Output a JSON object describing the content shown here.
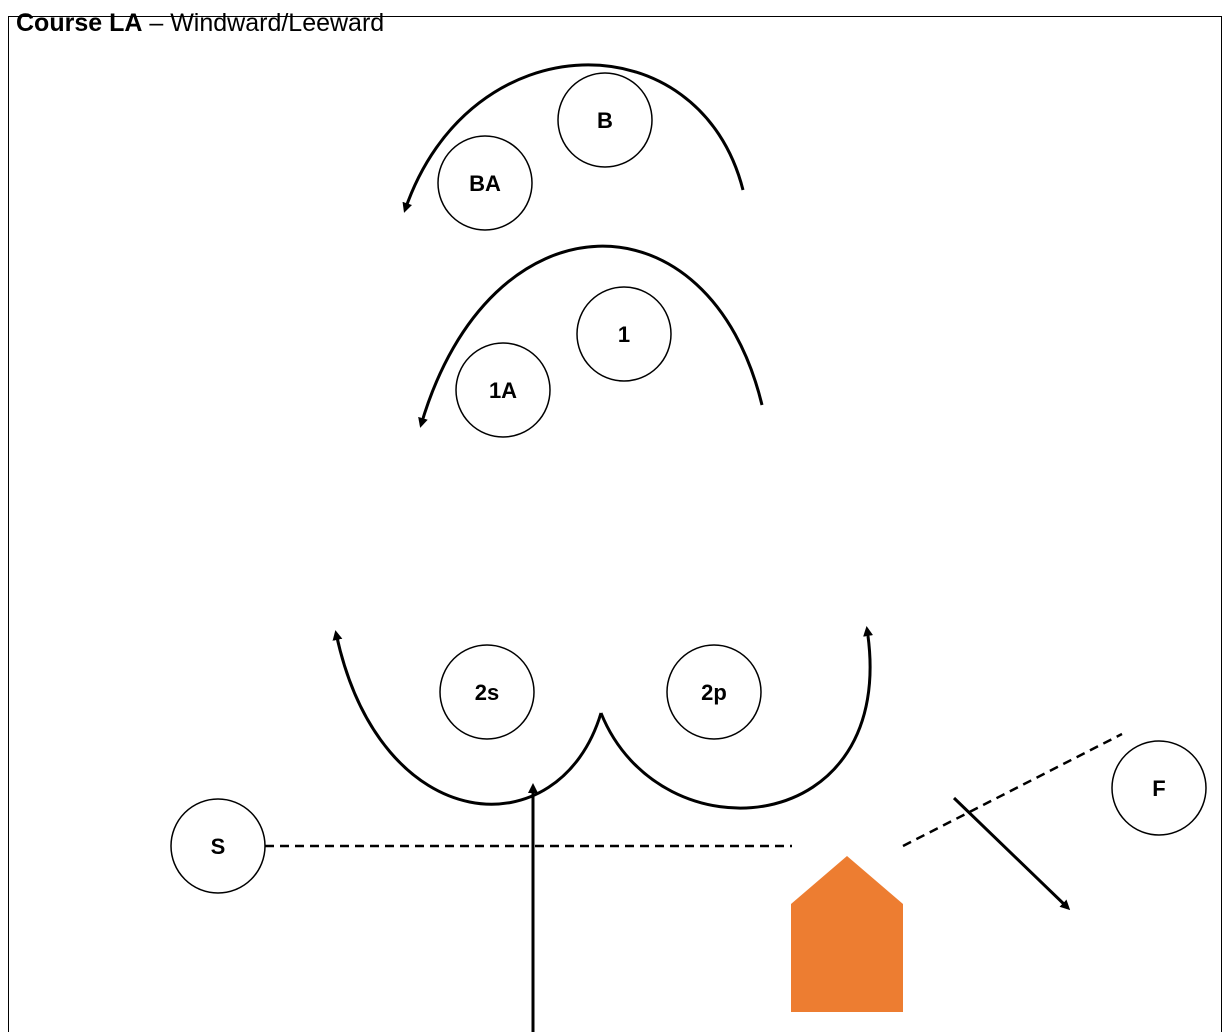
{
  "title": {
    "bold_part": "Course LA",
    "separator": " – ",
    "normal_part": "Windward/Leeward"
  },
  "marks": {
    "b": "B",
    "ba": "BA",
    "one": "1",
    "one_a": "1A",
    "two_s": "2s",
    "two_p": "2p",
    "f": "F",
    "s": "S"
  },
  "colors": {
    "committee_boat": "#ED7D31",
    "line": "#000000"
  },
  "icons": {
    "committee_boat": "committee-boat-icon"
  }
}
